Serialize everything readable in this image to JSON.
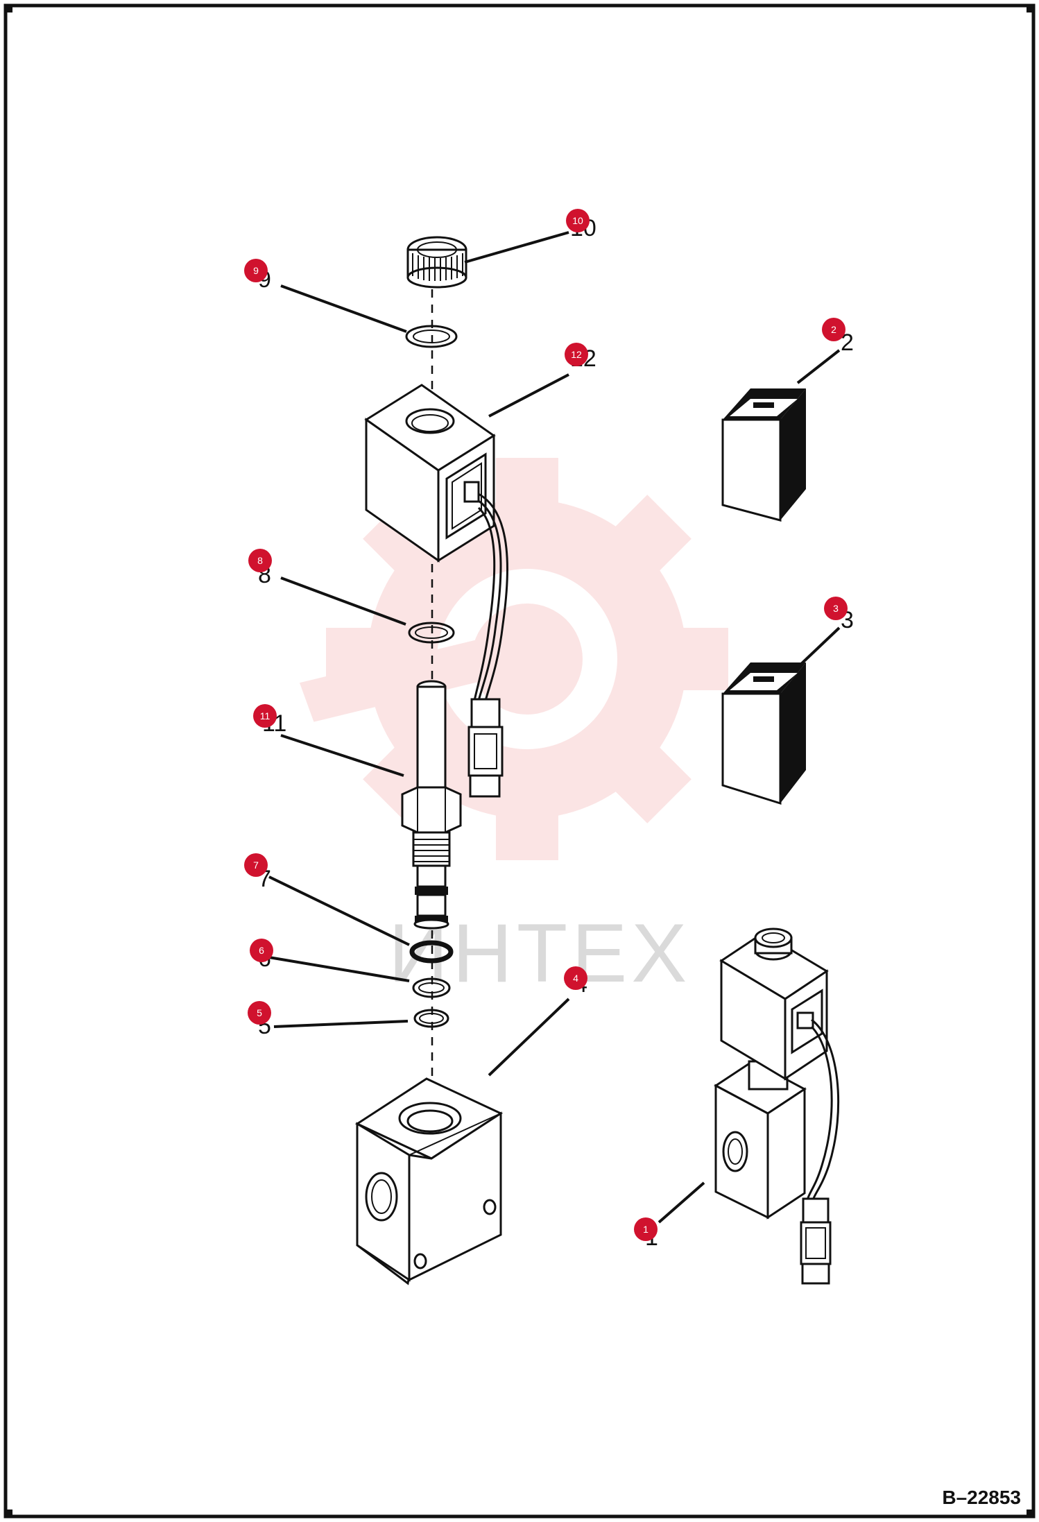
{
  "drawing": {
    "number": "B–22853"
  },
  "watermark": {
    "text": "ИНТЕХ",
    "color": "#f08a8a"
  },
  "colors": {
    "callout": "#d0122e",
    "line": "#111111"
  },
  "callouts": [
    {
      "id": "1",
      "label": "1"
    },
    {
      "id": "2",
      "label": "2"
    },
    {
      "id": "3",
      "label": "3"
    },
    {
      "id": "4",
      "label": "4"
    },
    {
      "id": "5",
      "label": "5"
    },
    {
      "id": "6",
      "label": "6"
    },
    {
      "id": "7",
      "label": "7"
    },
    {
      "id": "8",
      "label": "8"
    },
    {
      "id": "9",
      "label": "9"
    },
    {
      "id": "10",
      "label": "10"
    },
    {
      "id": "11",
      "label": "11"
    },
    {
      "id": "12",
      "label": "12"
    }
  ]
}
